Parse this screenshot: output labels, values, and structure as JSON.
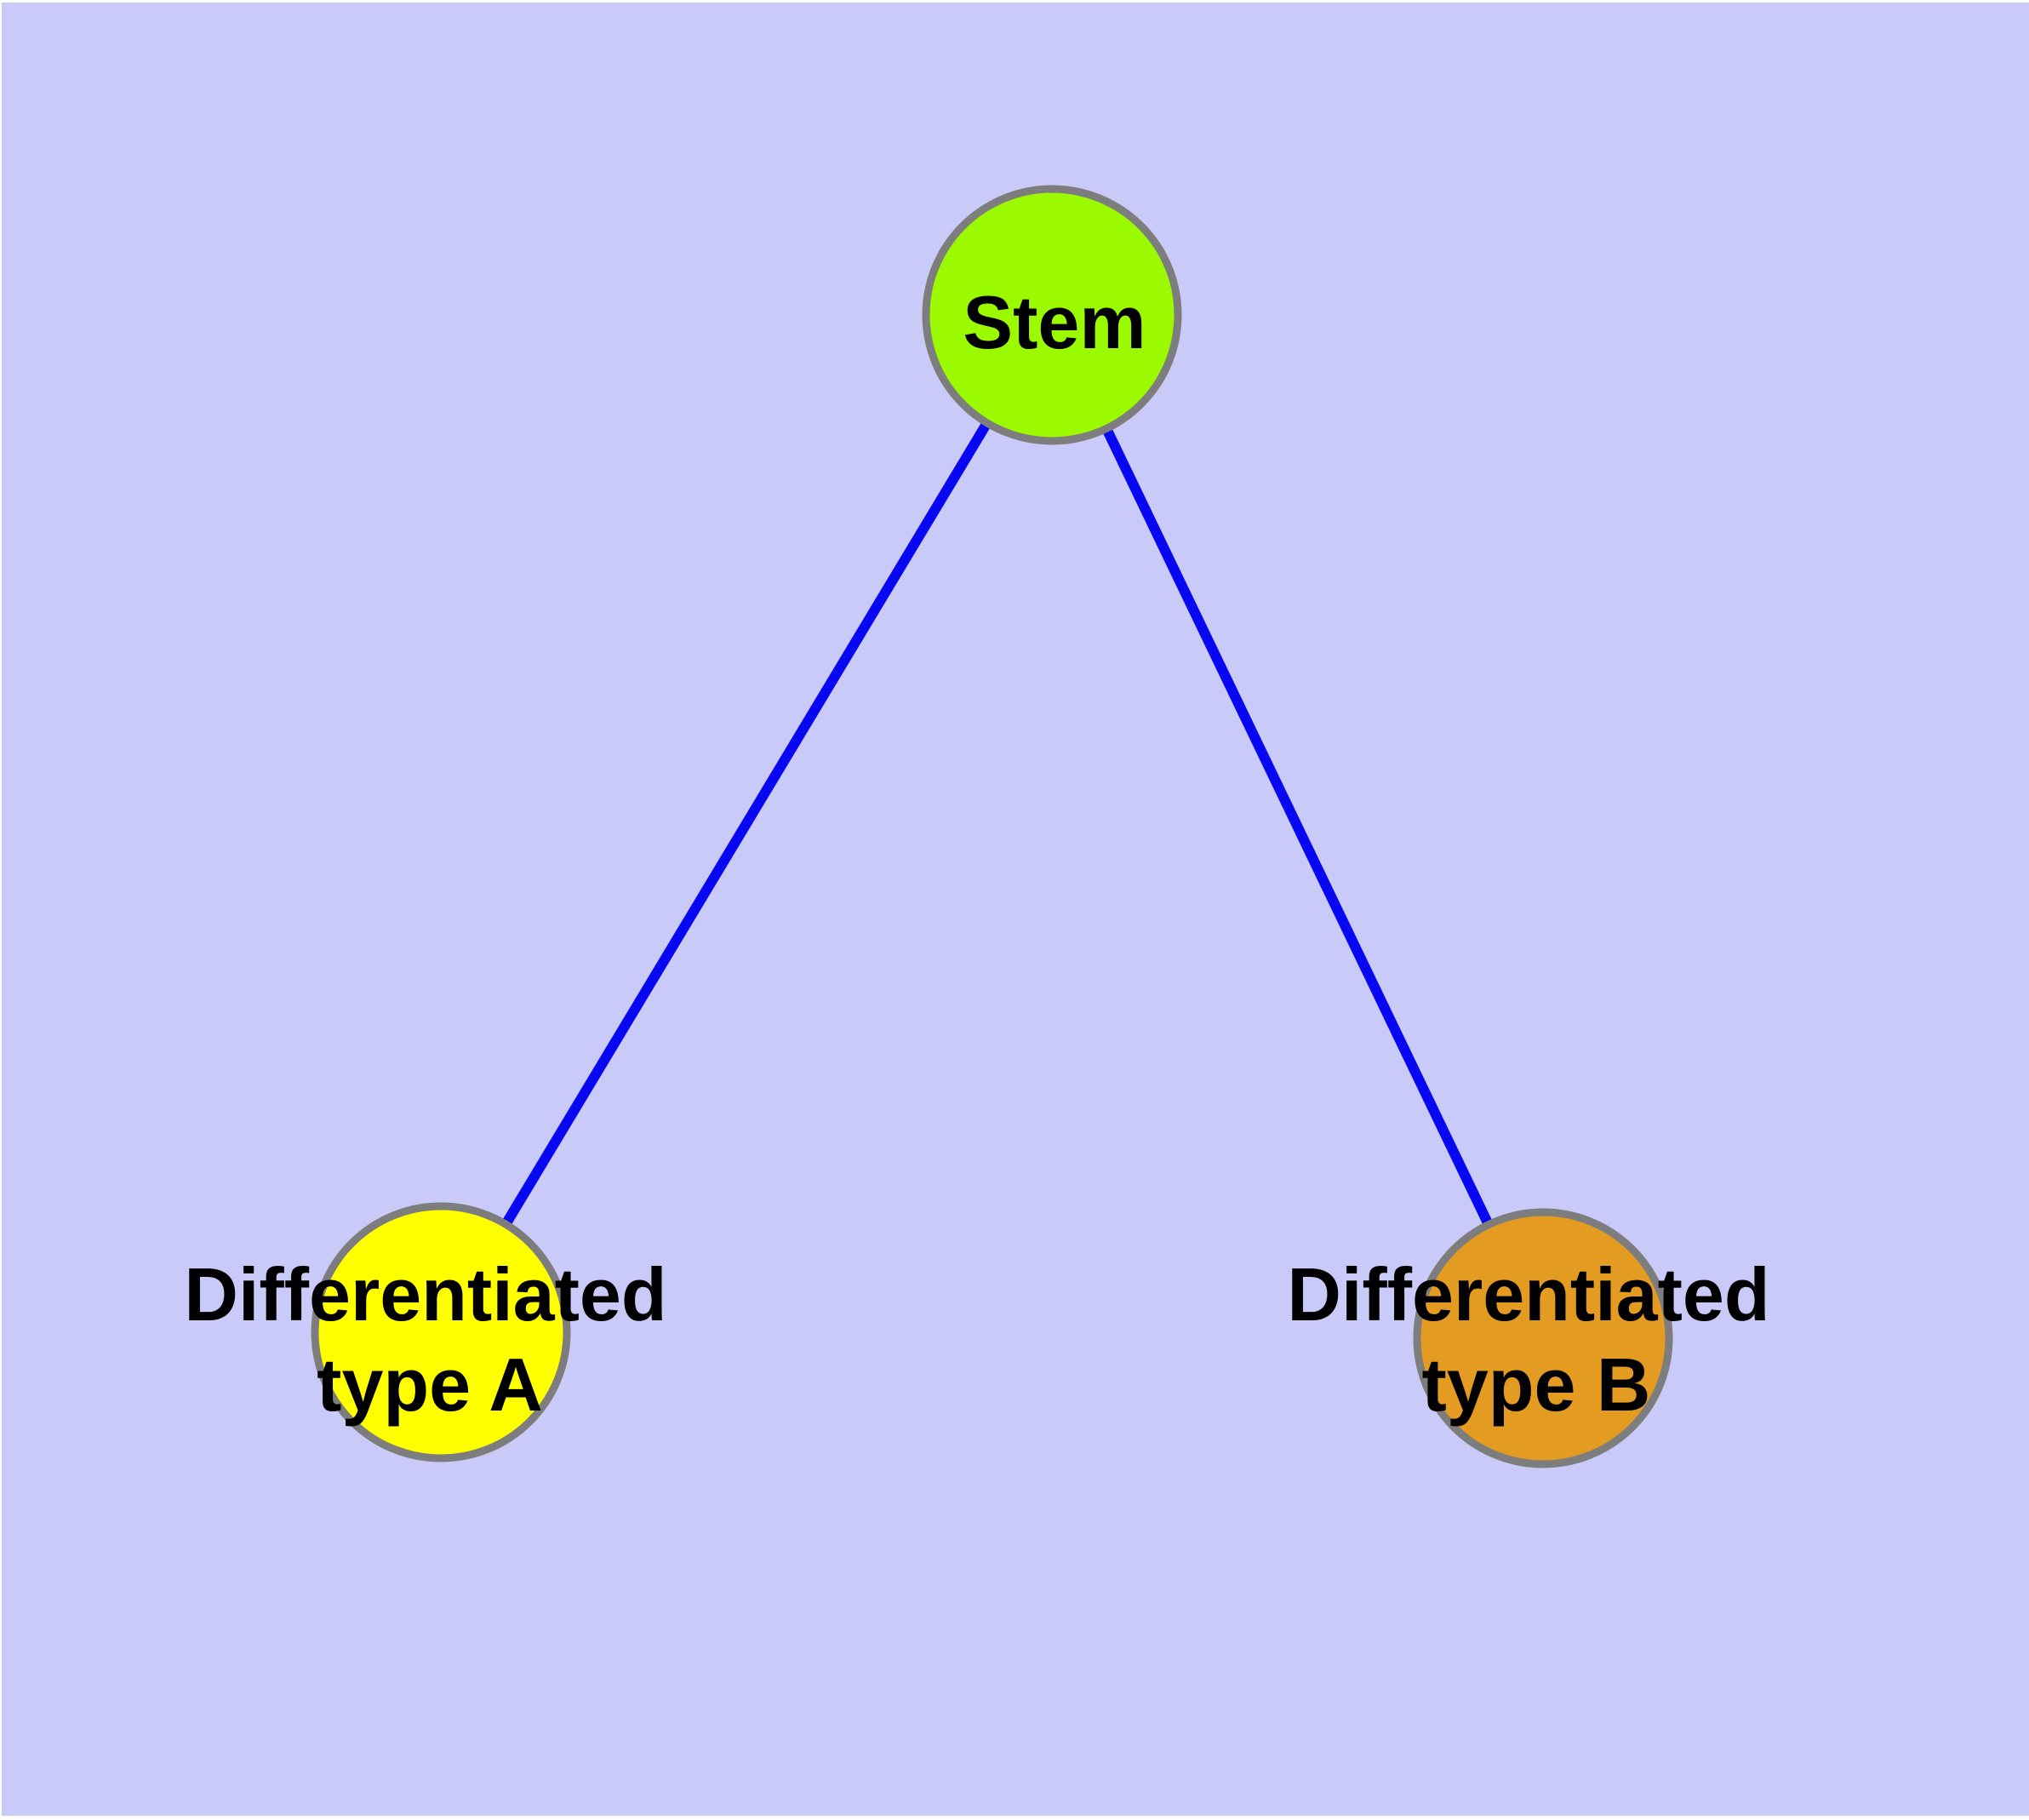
{
  "canvas": {
    "page_background": "#FFFFFF",
    "plot_background": "#CACAF9"
  },
  "graph": {
    "type": "node-link-diagram",
    "edge_color": "#0707F2",
    "node_border_color": "#7D7D7D",
    "label_color": "#000000",
    "nodes": [
      {
        "id": "stem",
        "label": "Stem",
        "fill": "#9BFA00"
      },
      {
        "id": "diff-a",
        "label_line1": "Differentiated",
        "label_line2": "type A",
        "fill": "#FFFF00"
      },
      {
        "id": "diff-b",
        "label_line1": "Differentiated",
        "label_line2": "type B",
        "fill": "#E49B21"
      }
    ],
    "edges": [
      {
        "from": "Stem",
        "to": "Differentiated type A"
      },
      {
        "from": "Stem",
        "to": "Differentiated type B"
      }
    ]
  }
}
